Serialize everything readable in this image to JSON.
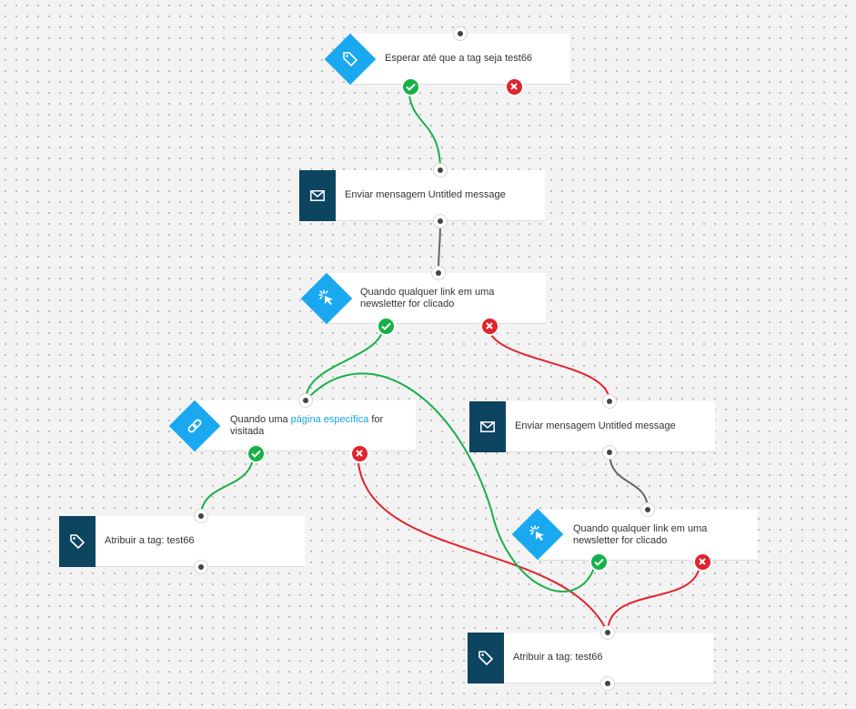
{
  "colors": {
    "accent": "#1aa9f0",
    "dark_tile": "#0d4460",
    "yes": "#17b14a",
    "no": "#e1242d",
    "neutral_wire": "#666666"
  },
  "nodes": {
    "wait_tag": {
      "icon": "tag-icon",
      "label": "Esperar até que a tag seja test66"
    },
    "send_message_1": {
      "icon": "envelope-icon",
      "label": "Enviar mensagem Untitled message"
    },
    "link_click_1": {
      "icon": "pointer-click-icon",
      "label": "Quando qualquer link em uma newsletter for clicado"
    },
    "page_visit": {
      "icon": "link-icon",
      "label_before": "Quando uma",
      "label_link": "página específica",
      "label_after": "for visitada"
    },
    "send_message_2": {
      "icon": "envelope-icon",
      "label": "Enviar mensagem Untitled message"
    },
    "assign_tag_1": {
      "icon": "tag-icon",
      "label": "Atribuir a tag: test66"
    },
    "link_click_2": {
      "icon": "pointer-click-icon",
      "label": "Quando qualquer link em uma newsletter for clicado"
    },
    "assign_tag_2": {
      "icon": "tag-icon",
      "label": "Atribuir a tag: test66"
    }
  }
}
